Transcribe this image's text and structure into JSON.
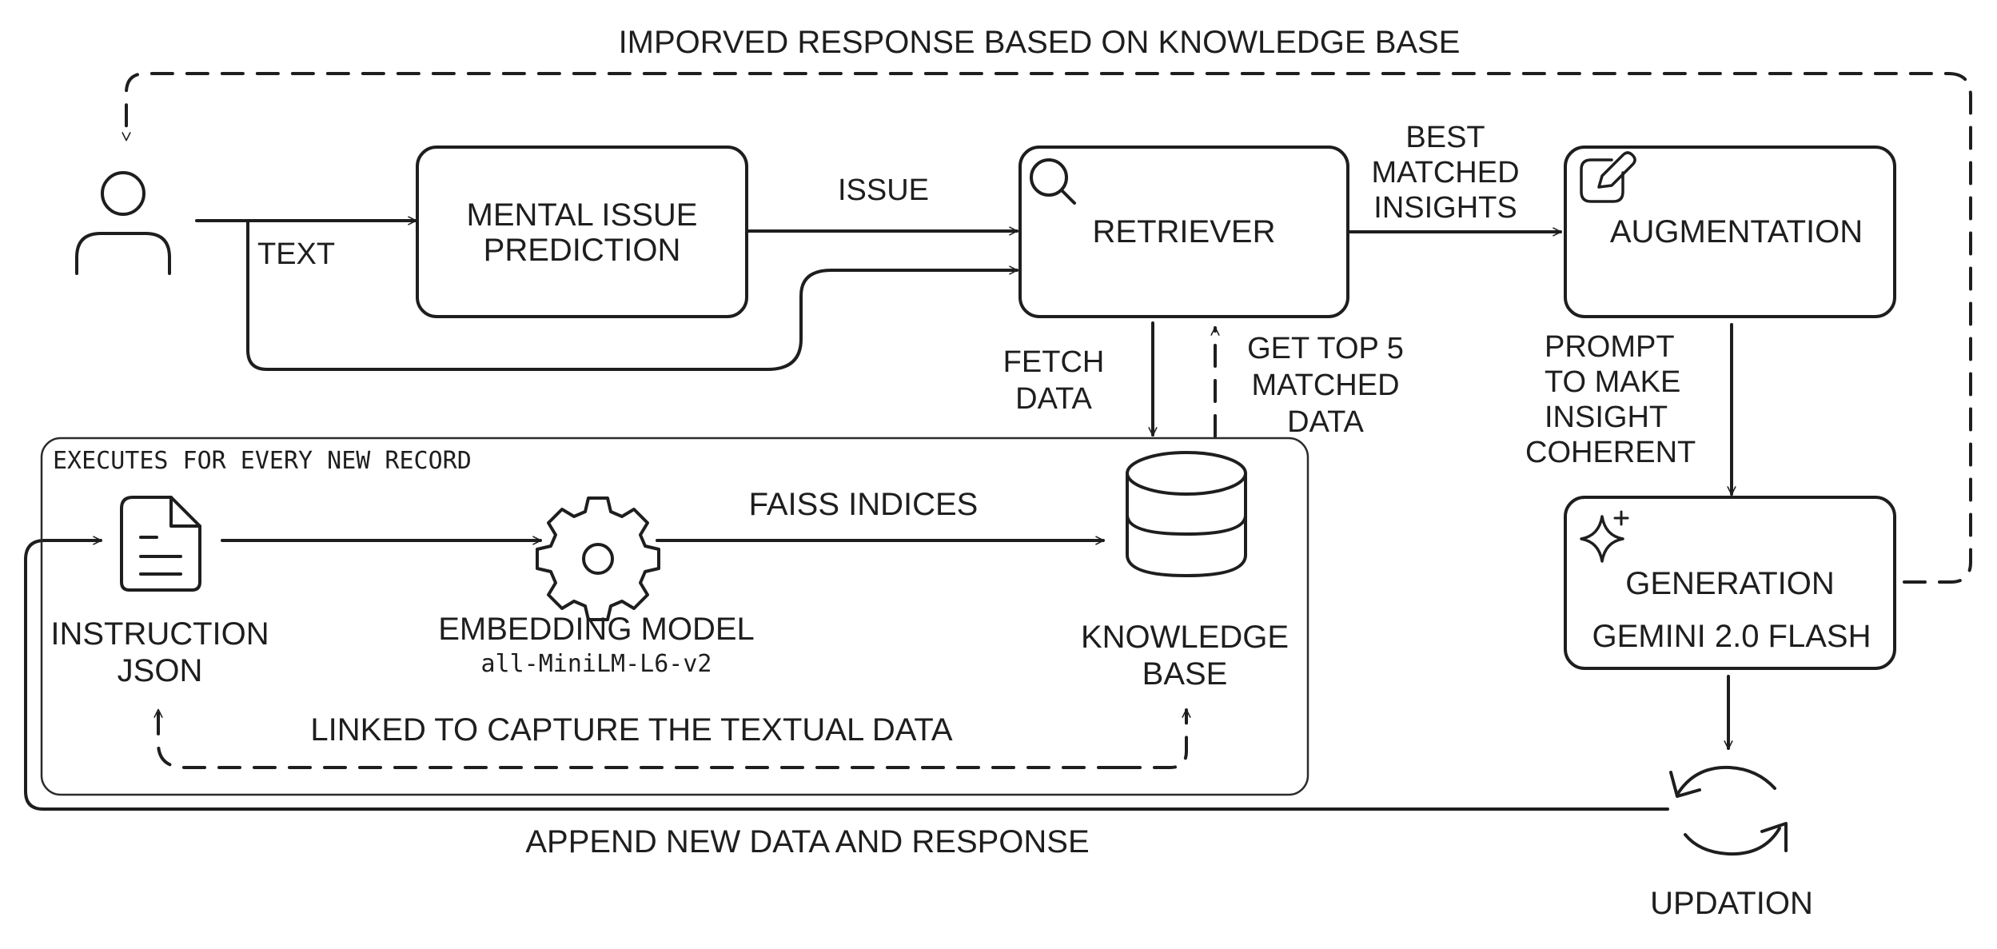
{
  "top_loop_label": "IMPORVED RESPONSE BASED ON KNOWLEDGE BASE",
  "nodes": {
    "user": "user",
    "mental_issue_prediction": [
      "MENTAL ISSUE",
      "PREDICTION"
    ],
    "retriever": "RETRIEVER",
    "augmentation": "AUGMENTATION",
    "generation": {
      "title": "GENERATION",
      "model": "GEMINI 2.0 FLASH"
    },
    "updation": "UPDATION",
    "knowledge_base": [
      "KNOWLEDGE",
      "BASE"
    ],
    "embedding_model": {
      "title": "EMBEDDING MODEL",
      "model": "all-MiniLM-L6-v2"
    },
    "instruction_json": [
      "INSTRUCTION",
      "JSON"
    ]
  },
  "edges": {
    "text": "TEXT",
    "issue": "ISSUE",
    "best_matched_insights": [
      "BEST",
      "MATCHED",
      "INSIGHTS"
    ],
    "fetch_data": [
      "FETCH",
      "DATA"
    ],
    "get_top_5": [
      "GET TOP 5",
      "MATCHED",
      "DATA"
    ],
    "prompt": [
      "PROMPT",
      "TO MAKE",
      "INSIGHT",
      "COHERENT"
    ],
    "faiss_indices": "FAISS INDICES",
    "linked": "LINKED TO CAPTURE THE TEXTUAL DATA",
    "append": "APPEND NEW DATA AND RESPONSE"
  },
  "group": {
    "label": "EXECUTES FOR EVERY NEW RECORD"
  },
  "icons": {
    "user": "person-icon",
    "retriever": "search-icon",
    "augmentation": "edit-icon",
    "generation": "sparkle-icon",
    "knowledge_base": "database-icon",
    "embedding_model": "gear-icon",
    "instruction_json": "document-icon",
    "updation": "refresh-icon"
  }
}
